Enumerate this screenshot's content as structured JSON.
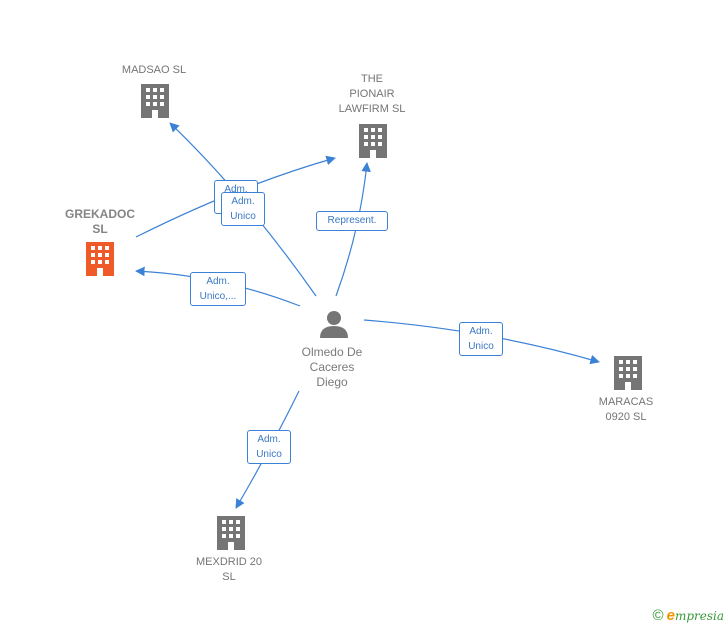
{
  "colors": {
    "edge": "#3b82d6",
    "building": "#757575",
    "building_main": "#f05a28",
    "person": "#757575"
  },
  "nodes": {
    "madsao": "MADSAO  SL",
    "pionair": "THE\nPIONAIR\nLAWFIRM  SL",
    "grekadoc": "GREKADOC\nSL",
    "person": "Olmedo De\nCaceres\nDiego",
    "maracas": "MARACAS\n0920  SL",
    "mexdrid": "MEXDRID 20\nSL"
  },
  "edges": {
    "madsao": "Adm.\nUnico",
    "pionair_adm": "Adm.\nUnico",
    "pionair_rep": "Represent.",
    "grekadoc": "Adm.\nUnico,...",
    "maracas": "Adm.\nUnico",
    "mexdrid": "Adm.\nUnico"
  },
  "brand": {
    "copyright": "©",
    "e": "e",
    "rest": "mpresia"
  },
  "icons": {
    "company": "building-icon",
    "person": "person-icon"
  }
}
